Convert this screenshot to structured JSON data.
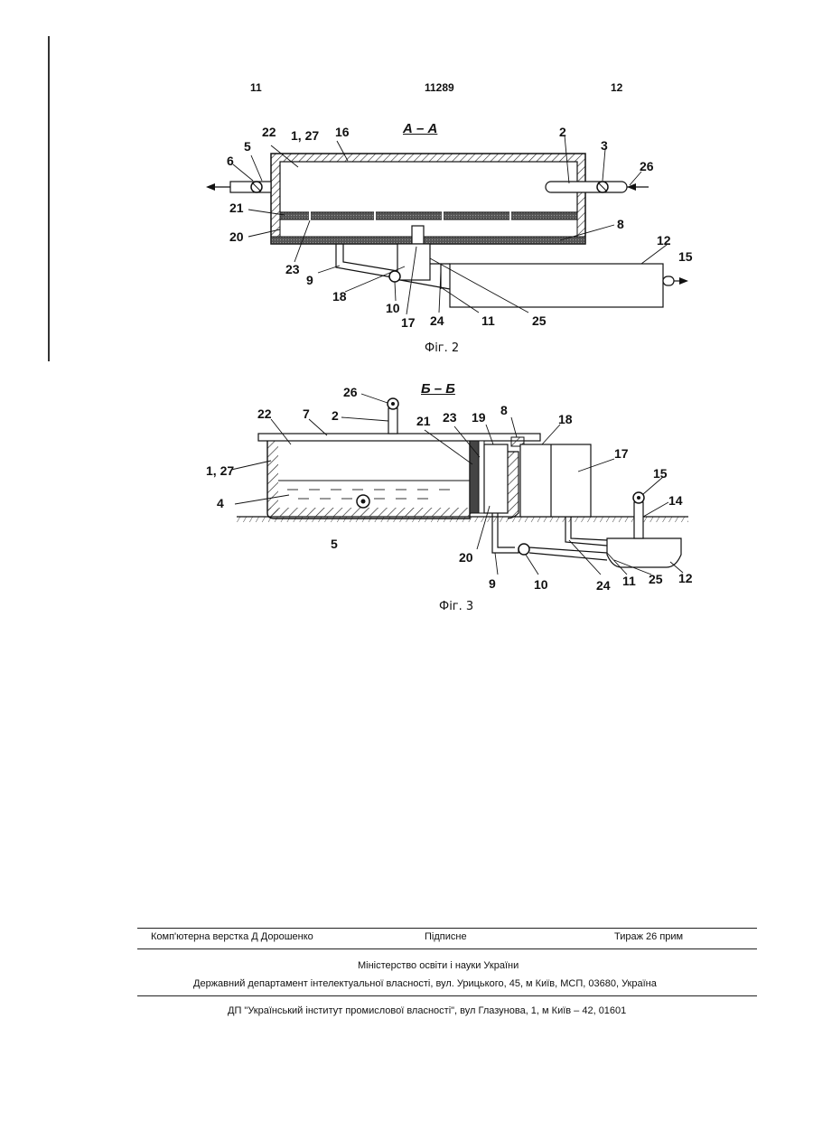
{
  "header": {
    "left_page": "11",
    "patent_number": "11289",
    "right_page": "12"
  },
  "figure2": {
    "section_title": "А – А",
    "caption": "Фіг. 2",
    "labels": {
      "n22": "22",
      "n1_27": "1, 27",
      "n16": "16",
      "n2": "2",
      "n3": "3",
      "n5": "5",
      "n6": "6",
      "n26": "26",
      "n21": "21",
      "n20": "20",
      "n8": "8",
      "n12": "12",
      "n15": "15",
      "n23": "23",
      "n9": "9",
      "n18": "18",
      "n10": "10",
      "n17": "17",
      "n24": "24",
      "n11": "11",
      "n25": "25"
    }
  },
  "figure3": {
    "section_title": "Б – Б",
    "caption": "Фіг. 3",
    "labels": {
      "n26": "26",
      "n2": "2",
      "n22": "22",
      "n7": "7",
      "n21": "21",
      "n23": "23",
      "n19": "19",
      "n8": "8",
      "n18": "18",
      "n17": "17",
      "n1_27": "1, 27",
      "n15": "15",
      "n4": "4",
      "n14": "14",
      "n5": "5",
      "n20": "20",
      "n9": "9",
      "n10": "10",
      "n24": "24",
      "n11": "11",
      "n25": "25",
      "n12": "12"
    }
  },
  "footer": {
    "layout": "Комп'ютерна верстка Д  Дорошенко",
    "signed": "Підписне",
    "print_run": "Тираж 26 прим",
    "ministry": "Міністерство освіти і науки України",
    "department": "Державний департамент інтелектуальної власності, вул. Урицького, 45, м  Київ, МСП, 03680, Україна",
    "institute": "ДП \"Український інститут промислової власності\", вул  Глазунова, 1, м  Київ – 42, 01601"
  }
}
